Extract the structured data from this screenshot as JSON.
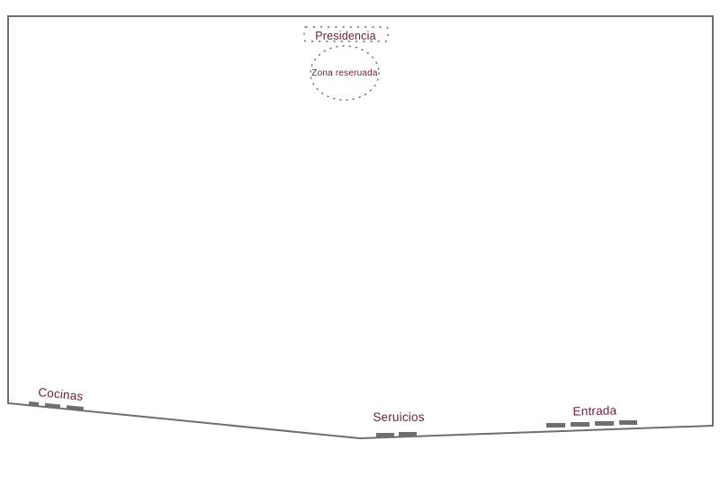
{
  "colors": {
    "outline": "#6e6e6e",
    "label": "#6b1a3a",
    "door": "#6e6e6e",
    "dotted": "#6e6e6e",
    "background": "#ffffff"
  },
  "labels": {
    "presidencia": "Presidencia",
    "zona_reservada": "Zona reseruada",
    "cocinas": "Cocinas",
    "servicios": "Seruicios",
    "entrada": "Entrada"
  },
  "doors": {
    "cocinas_count": 3,
    "servicios_count": 2,
    "entrada_count": 4
  }
}
